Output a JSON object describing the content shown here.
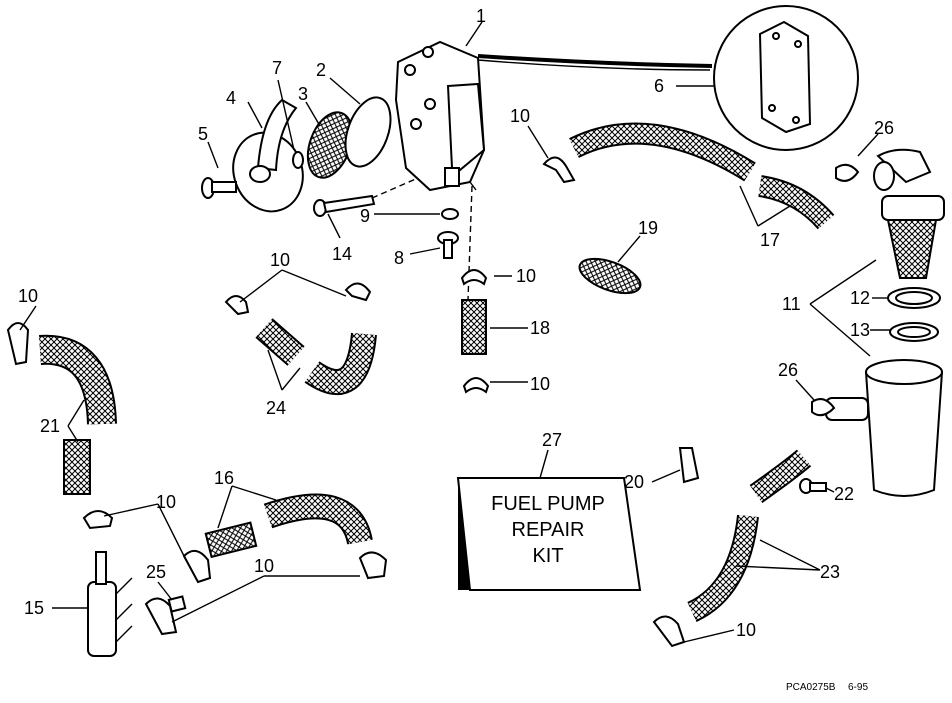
{
  "callouts": {
    "c1": "1",
    "c2": "2",
    "c3": "3",
    "c4": "4",
    "c5": "5",
    "c6": "6",
    "c7": "7",
    "c8": "8",
    "c9": "9",
    "c10": "10",
    "c11": "11",
    "c12": "12",
    "c13": "13",
    "c14": "14",
    "c15": "15",
    "c16": "16",
    "c17": "17",
    "c18": "18",
    "c19": "19",
    "c20": "20",
    "c21": "21",
    "c22": "22",
    "c23": "23",
    "c24": "24",
    "c25": "25",
    "c26": "26",
    "c27": "27"
  },
  "kit_label": {
    "line1": "FUEL PUMP",
    "line2": "REPAIR",
    "line3": "KIT"
  },
  "footer": {
    "code": "PCA0275B",
    "date": "6-95"
  }
}
